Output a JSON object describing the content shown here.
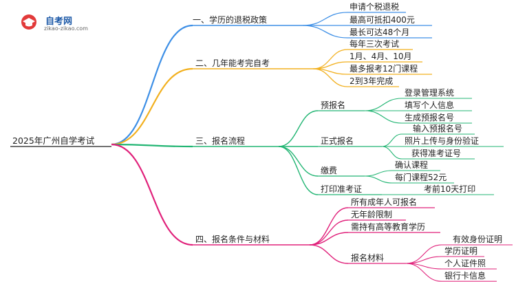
{
  "logo": {
    "name": "自考网",
    "url": "zikao-zikao.com"
  },
  "root": "2025年广州自学考试",
  "colors": {
    "blue": "#3d8fe6",
    "orange": "#f2b01e",
    "green": "#22b573",
    "magenta": "#e0207a"
  },
  "branches": [
    {
      "label": "一、学历的退税政策",
      "color": "blue",
      "children": [
        {
          "label": "申请个税退税",
          "children": []
        },
        {
          "label": "最高可抵扣400元",
          "children": []
        },
        {
          "label": "最长可达48个月",
          "children": []
        }
      ]
    },
    {
      "label": "二、几年能考完自考",
      "color": "orange",
      "children": [
        {
          "label": "每年三次考试",
          "children": []
        },
        {
          "label": "1月、4月、10月",
          "children": []
        },
        {
          "label": "最多报考12门课程",
          "children": []
        },
        {
          "label": "2到3年完成",
          "children": []
        }
      ]
    },
    {
      "label": "三、报名流程",
      "color": "green",
      "children": [
        {
          "label": "预报名",
          "children": [
            {
              "label": "登录管理系统"
            },
            {
              "label": "填写个人信息"
            },
            {
              "label": "生成预报名号"
            }
          ]
        },
        {
          "label": "正式报名",
          "children": [
            {
              "label": "输入预报名号"
            },
            {
              "label": "照片上传与身份验证"
            },
            {
              "label": "获得准考证号"
            }
          ]
        },
        {
          "label": "缴费",
          "children": [
            {
              "label": "确认课程"
            },
            {
              "label": "每门课程52元"
            }
          ]
        },
        {
          "label": "打印准考证",
          "children": [
            {
              "label": "考前10天打印"
            }
          ]
        }
      ]
    },
    {
      "label": "四、报名条件与材料",
      "color": "magenta",
      "children": [
        {
          "label": "所有成年人可报名",
          "children": []
        },
        {
          "label": "无年龄限制",
          "children": []
        },
        {
          "label": "需持有高等教育学历",
          "children": []
        },
        {
          "label": "报名材料",
          "children": [
            {
              "label": "有效身份证明"
            },
            {
              "label": "学历证明"
            },
            {
              "label": "个人证件照"
            },
            {
              "label": "银行卡信息"
            }
          ]
        }
      ]
    }
  ]
}
